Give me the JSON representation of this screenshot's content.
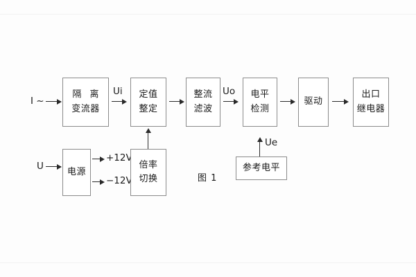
{
  "figure": {
    "caption": "图 1",
    "inputs": {
      "current": "I ~",
      "voltage": "U"
    },
    "signals": {
      "ui": "Ui",
      "uo": "Uo",
      "ue": "Ue"
    },
    "rails": {
      "positive": "+12V",
      "negative": "−12V"
    },
    "blocks": {
      "isolation_ct": {
        "line1": "隔 离",
        "line2": "变流器"
      },
      "setting": {
        "line1": "定值",
        "line2": "整定"
      },
      "rectify_filter": {
        "line1": "整流",
        "line2": "滤波"
      },
      "level_detect": {
        "line1": "电平",
        "line2": "检测"
      },
      "drive": {
        "line1": "驱动",
        "line2": ""
      },
      "output_relay": {
        "line1": "出口",
        "line2": "继电器"
      },
      "power_supply": {
        "line1": "电源",
        "line2": ""
      },
      "multiplier_sw": {
        "line1": "倍率",
        "line2": "切换"
      },
      "reference_level": {
        "line1": "参考电平",
        "line2": ""
      }
    },
    "colors": {
      "background": "#fdfdfd",
      "block_border": "#8a8a8a",
      "line": "#2a2a2a",
      "text": "#1a1a1a"
    }
  }
}
